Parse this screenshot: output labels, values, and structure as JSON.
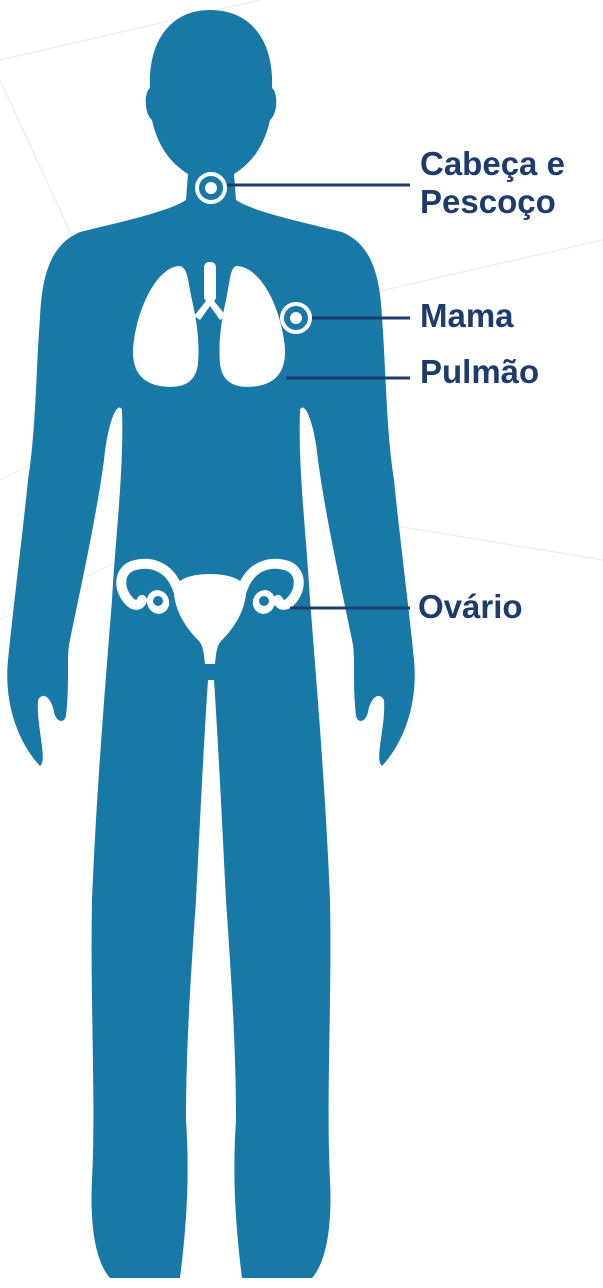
{
  "colors": {
    "body": "#1878a6",
    "organ": "#ffffff",
    "leader": "#1e3b6e",
    "label": "#1e3b6e",
    "background_lines": "#ececec"
  },
  "labels": {
    "head_neck_line1": "Cabeça e",
    "head_neck_line2": "Pescoço",
    "breast": "Mama",
    "lung": "Pulmão",
    "ovary": "Ovário"
  }
}
